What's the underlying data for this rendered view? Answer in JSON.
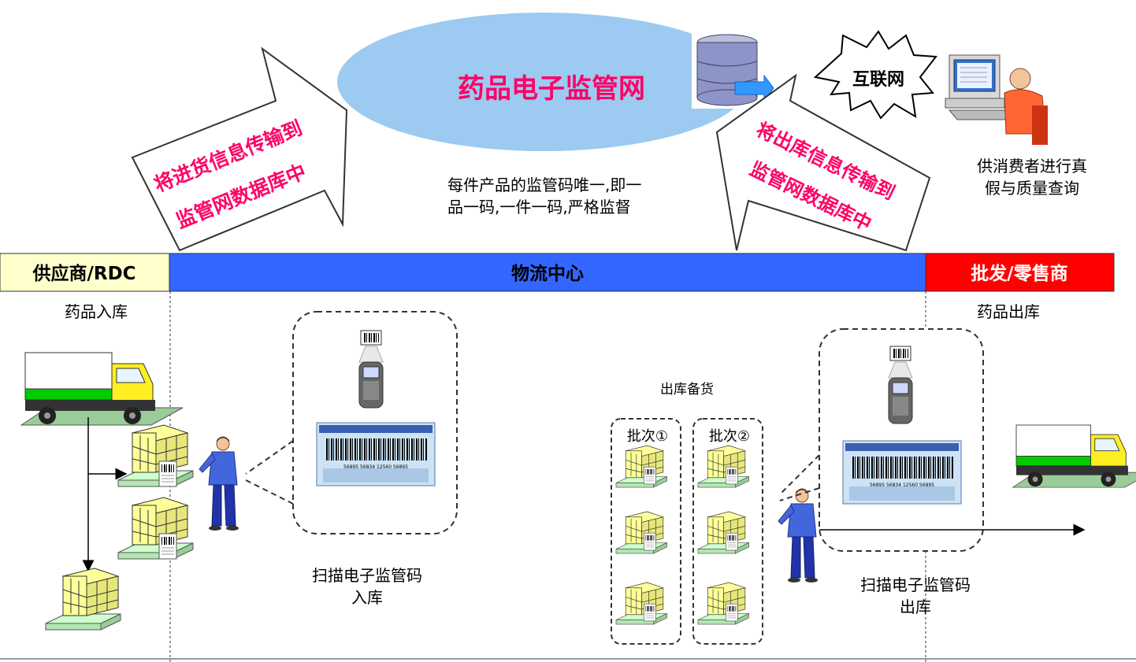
{
  "network": {
    "title": "药品电子监管网"
  },
  "internet": {
    "label": "互联网"
  },
  "inbound_arrow": {
    "line1": "将进货信息传输到",
    "line2": "监管网数据库中"
  },
  "outbound_arrow": {
    "line1": "将出库信息传输到",
    "line2": "监管网数据库中"
  },
  "code_note": {
    "line1": "每件产品的监管码唯一,即一",
    "line2": "品一码,一件一码,严格监督"
  },
  "consumer": {
    "line1": "供消费者进行真",
    "line2": "假与质量查询"
  },
  "bands": {
    "supplier": "供应商/RDC",
    "logistics": "物流中心",
    "retail": "批发/零售商"
  },
  "labels": {
    "inbound": "药品入库",
    "outbound": "药品出库",
    "picking": "出库备货",
    "batch1": "批次①",
    "batch2": "批次②",
    "scan_in_1": "扫描电子监管码",
    "scan_in_2": "入库",
    "scan_out_1": "扫描电子监管码",
    "scan_out_2": "出库"
  },
  "barcode": {
    "digits": "56895 56834 12560 56895"
  },
  "colors": {
    "ellipse": "#9ccaf0",
    "arrow_text": "#ff0066",
    "supplier_band": "#ffffcc",
    "logistics_band": "#3366ff",
    "retail_band": "#ff0000",
    "box": "#ffff99",
    "pallet": "#ccffcc",
    "truck": "#00cc00",
    "worker": "#3344cc"
  }
}
